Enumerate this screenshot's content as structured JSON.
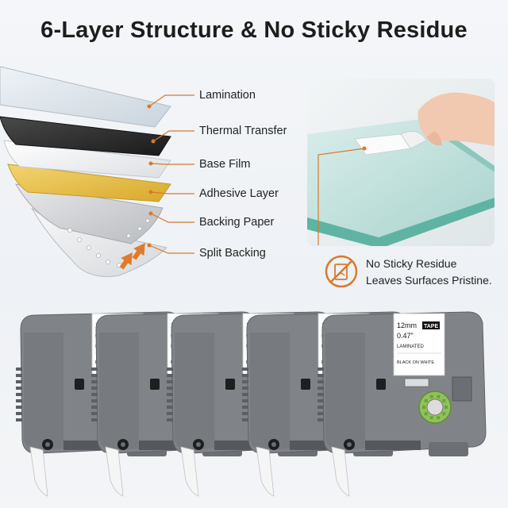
{
  "title": "6-Layer Structure & No Sticky Residue",
  "layers": [
    {
      "label": "Lamination"
    },
    {
      "label": "Thermal Transfer"
    },
    {
      "label": "Base Film"
    },
    {
      "label": "Adhesive Layer"
    },
    {
      "label": "Backing Paper"
    },
    {
      "label": "Split Backing"
    }
  ],
  "claim": {
    "line1": "No Sticky Residue",
    "line2": "Leaves Surfaces Pristine."
  },
  "cassette_label": {
    "width_mm": "12mm",
    "width_in": "0.47\"",
    "tape_badge": "TAPE",
    "laminated": "LAMINATED",
    "color": "BLACK ON WHITE"
  },
  "colors": {
    "accent": "#d9792b",
    "adhesive": "#e0b53a",
    "thermal": "#2b2b2b",
    "cassette_gray": "#808488",
    "spool_green": "#8fc25a"
  },
  "icons": [
    "no-sticky-icon",
    "arrow-up-icon"
  ]
}
